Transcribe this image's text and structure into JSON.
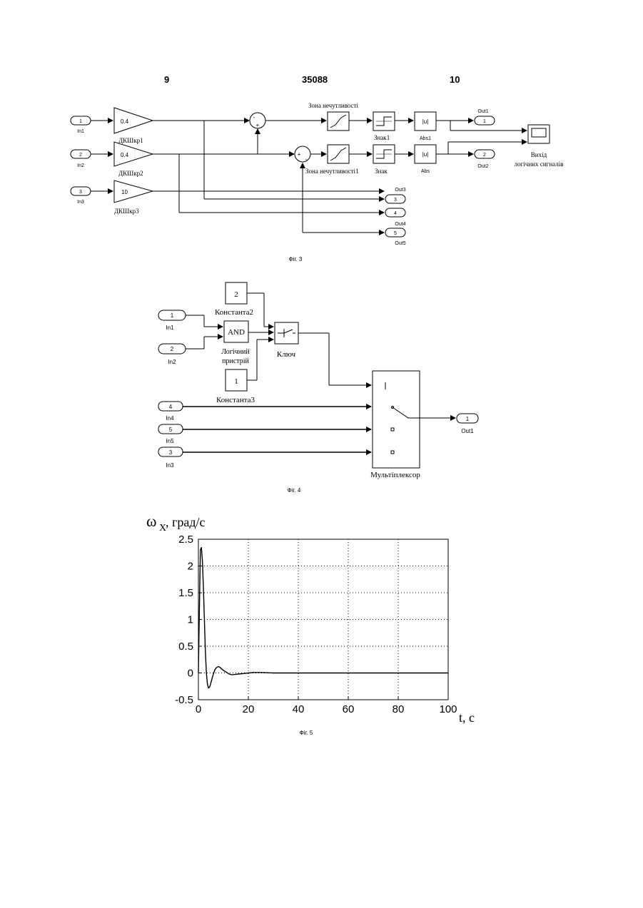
{
  "header": {
    "left_page": "9",
    "patent_number": "35088",
    "right_page": "10"
  },
  "fig3": {
    "caption": "Фіг. 3",
    "inports": [
      {
        "num": "1",
        "label": "In1"
      },
      {
        "num": "2",
        "label": "In2"
      },
      {
        "num": "3",
        "label": "In3"
      }
    ],
    "gains": [
      {
        "value": "0.4",
        "label": "ДКШкр1"
      },
      {
        "value": "0.4",
        "label": "ДКШкр2"
      },
      {
        "value": "10",
        "label": "ДКШкр3"
      }
    ],
    "sum_signs": {
      "s1_top": "-",
      "s1_bottom": "+",
      "s2_left": "+",
      "s2_right": "-"
    },
    "deadzone_labels": [
      "Зона нечутливості",
      "Зона нечутливості1"
    ],
    "sign_labels": [
      "Знак1",
      "Знак"
    ],
    "abs_symbol": "|u|",
    "abs_labels": [
      "Abs1",
      "Abs"
    ],
    "scope_label_1": "Вихід",
    "scope_label_2": "логічних сигналів",
    "outports": [
      {
        "num": "1",
        "label": "Out1"
      },
      {
        "num": "2",
        "label": "Out2"
      },
      {
        "num": "3",
        "label": "Out3"
      },
      {
        "num": "4",
        "label": "Out4"
      },
      {
        "num": "5",
        "label": "Out5"
      }
    ]
  },
  "fig4": {
    "caption": "Фіг. 4",
    "const2_value": "2",
    "const2_label": "Константа2",
    "const3_value": "1",
    "const3_label": "Константа3",
    "and_text": "AND",
    "logic_label_1": "Логічний",
    "logic_label_2": "пристрій",
    "switch_label": "Ключ",
    "mux_label": "Мультіплексор",
    "inports": [
      {
        "num": "1",
        "label": "In1"
      },
      {
        "num": "2",
        "label": "In2"
      },
      {
        "num": "4",
        "label": "In4"
      },
      {
        "num": "5",
        "label": "In5"
      },
      {
        "num": "3",
        "label": "In3"
      }
    ],
    "outport": {
      "num": "1",
      "label": "Out1"
    }
  },
  "fig5": {
    "caption": "Фіг. 5",
    "y_label_symbol": "ω",
    "y_label_sub": "X",
    "y_label_rest": " , град/с",
    "x_label": "t, c"
  },
  "chart_data": {
    "type": "line",
    "xlabel": "t, c",
    "ylabel": "ωX , град/с",
    "xlim": [
      0,
      100
    ],
    "ylim": [
      -0.5,
      2.5
    ],
    "xticks": [
      "0",
      "20",
      "40",
      "60",
      "80",
      "100"
    ],
    "yticks": [
      "2.5",
      "2",
      "1.5",
      "1",
      "0.5",
      "0",
      "-0.5"
    ],
    "grid": true,
    "series": [
      {
        "x": [
          0,
          0.4,
          0.8,
          1.2,
          1.6,
          2.0,
          2.4,
          2.8,
          3.2,
          3.6,
          4.0,
          4.4,
          4.8,
          5.2,
          5.6,
          6.0,
          6.5,
          7.0,
          7.5,
          8.0,
          8.5,
          9.0,
          10,
          11,
          12,
          13,
          14,
          16,
          18,
          20,
          22,
          25,
          30,
          40,
          50,
          60,
          70,
          80,
          90,
          100
        ],
        "y": [
          0,
          1.2,
          2.3,
          2.35,
          2.1,
          1.6,
          1.0,
          0.4,
          0.0,
          -0.2,
          -0.28,
          -0.27,
          -0.22,
          -0.15,
          -0.08,
          -0.02,
          0.05,
          0.09,
          0.11,
          0.12,
          0.11,
          0.09,
          0.05,
          0.02,
          -0.01,
          -0.03,
          -0.03,
          -0.02,
          -0.01,
          0.0,
          0.01,
          0.01,
          0.0,
          0.0,
          0.0,
          0.0,
          0.0,
          0.0,
          0.0,
          0.0
        ]
      }
    ]
  }
}
